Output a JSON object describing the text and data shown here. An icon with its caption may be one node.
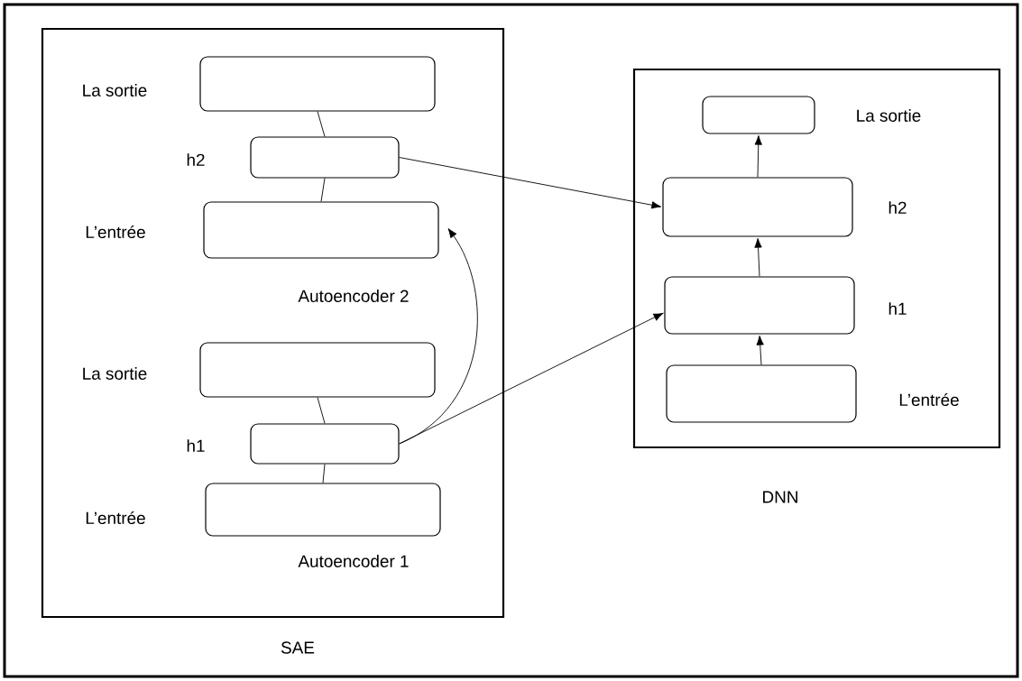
{
  "diagram": {
    "nodes": [
      {
        "text": [
          "SAE"
        ]
      },
      {
        "text": [],
        "shape": "box",
        "in": 0,
        "beside": [
          "La sortie"
        ]
      },
      {
        "text": [],
        "shape": "box",
        "in": 0,
        "beside": [
          "h2"
        ]
      },
      {
        "text": [],
        "shape": "box",
        "in": 0,
        "beside": [
          "L’entrée"
        ]
      },
      {
        "text": [],
        "shape": "box",
        "in": 0,
        "beside": [
          "La sortie"
        ]
      },
      {
        "text": [],
        "shape": "box",
        "in": 0,
        "beside": [
          "h1"
        ]
      },
      {
        "text": [],
        "shape": "box",
        "in": 0,
        "beside": [
          "L’entrée"
        ]
      },
      {
        "text": [
          "DNN"
        ]
      },
      {
        "text": [],
        "shape": "box",
        "in": 7,
        "beside": [
          "La sortie"
        ]
      },
      {
        "text": [],
        "shape": "box",
        "in": 7,
        "beside": [
          "h2"
        ]
      },
      {
        "text": [],
        "shape": "box",
        "in": 7,
        "beside": [
          "h1"
        ]
      },
      {
        "text": [],
        "shape": "box",
        "in": 7,
        "beside": [
          "L’entrée"
        ]
      }
    ],
    "edges": [
      {
        "from": 1,
        "to": 2,
        "arrow": "none"
      },
      {
        "from": 2,
        "to": 3,
        "arrow": "none"
      },
      {
        "from": 4,
        "to": 5,
        "arrow": "none"
      },
      {
        "from": 5,
        "to": 6,
        "arrow": "none"
      },
      {
        "from": 2,
        "to": 9,
        "arrow": "to"
      },
      {
        "from": 5,
        "to": 10,
        "arrow": "to"
      },
      {
        "from": 5,
        "to": 3,
        "arrow": "to"
      },
      {
        "from": 11,
        "to": 10,
        "arrow": "to"
      },
      {
        "from": 10,
        "to": 9,
        "arrow": "to"
      },
      {
        "from": 9,
        "to": 8,
        "arrow": "to"
      }
    ],
    "labels": [
      "Autoencoder 2",
      "Autoencoder 1"
    ]
  }
}
